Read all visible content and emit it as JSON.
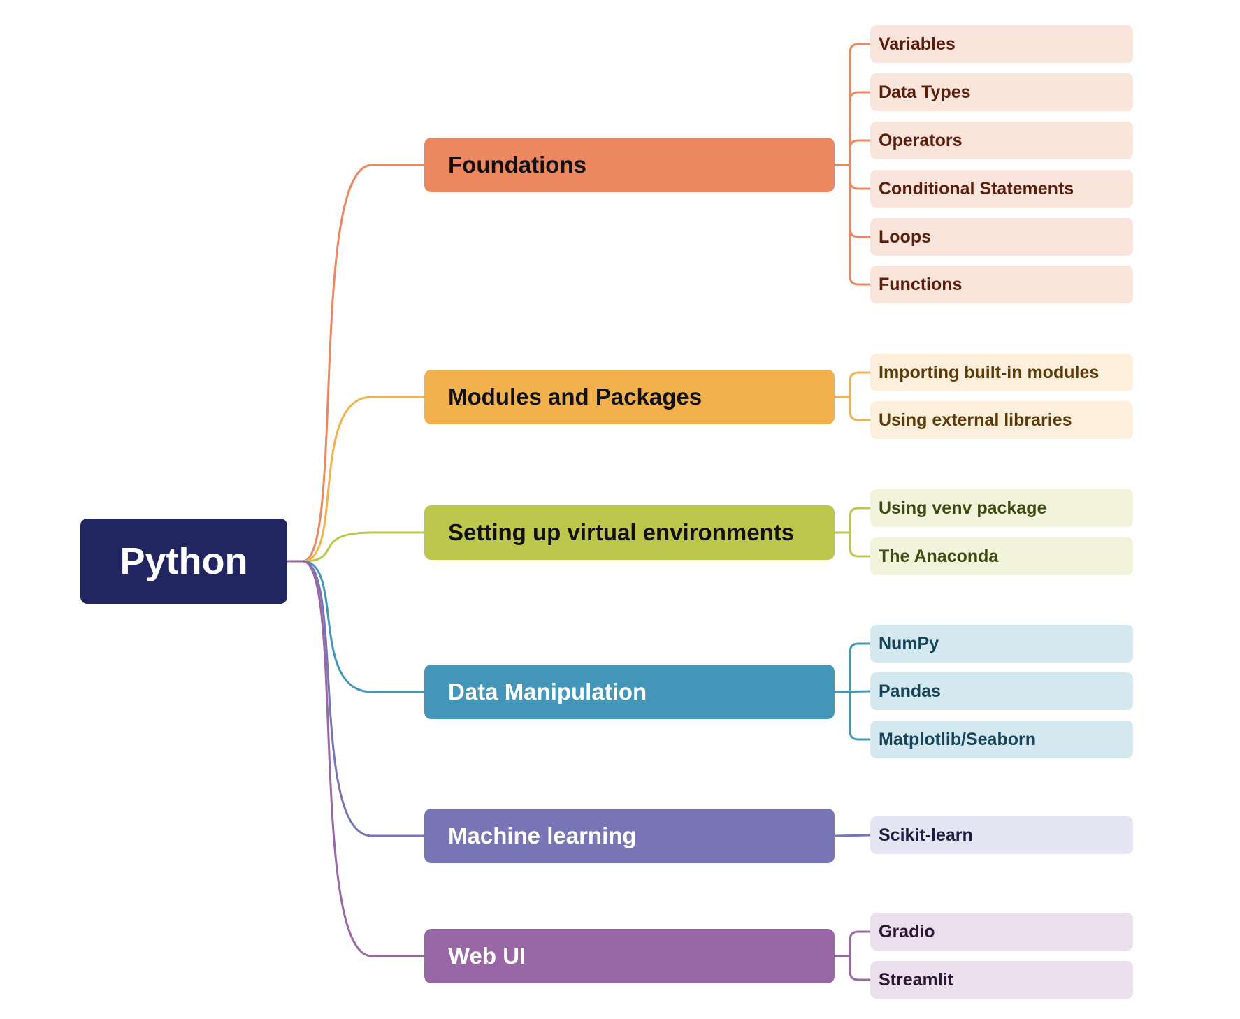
{
  "root": {
    "label": "Python",
    "color": "#212660"
  },
  "branches": [
    {
      "id": "foundations",
      "label": "Foundations",
      "color": "#EB8860",
      "text_color": "#111111",
      "leaf_bg": "#FAE5DD",
      "leaf_text": "#5A1E0B",
      "leaves": [
        "Variables",
        "Data Types",
        "Operators",
        "Conditional Statements",
        "Loops",
        "Functions"
      ]
    },
    {
      "id": "modules",
      "label": "Modules and Packages",
      "color": "#F3B14E",
      "text_color": "#111111",
      "leaf_bg": "#FCF0DC",
      "leaf_text": "#5C3A0A",
      "leaves": [
        "Importing built-in modules",
        "Using external libraries"
      ]
    },
    {
      "id": "venv",
      "label": "Setting up virtual environments",
      "color": "#BCC64A",
      "text_color": "#111111",
      "leaf_bg": "#F1F4DA",
      "leaf_text": "#3E4A12",
      "leaves": [
        "Using venv package",
        "The Anaconda"
      ]
    },
    {
      "id": "data",
      "label": "Data Manipulation",
      "color": "#4396B8",
      "text_color": "#FFFFFF",
      "leaf_bg": "#D4E9EF",
      "leaf_text": "#17435A",
      "leaves": [
        "NumPy",
        "Pandas",
        "Matplotlib/Seaborn"
      ]
    },
    {
      "id": "ml",
      "label": "Machine learning",
      "color": "#7775B6",
      "text_color": "#FFFFFF",
      "leaf_bg": "#E5E4F2",
      "leaf_text": "#1E1D44",
      "leaves": [
        "Scikit-learn"
      ]
    },
    {
      "id": "webui",
      "label": "Web UI",
      "color": "#9A67A6",
      "text_color": "#FFFFFF",
      "leaf_bg": "#EBDFEE",
      "leaf_text": "#2C1634",
      "leaves": [
        "Gradio",
        "Streamlit"
      ]
    }
  ]
}
